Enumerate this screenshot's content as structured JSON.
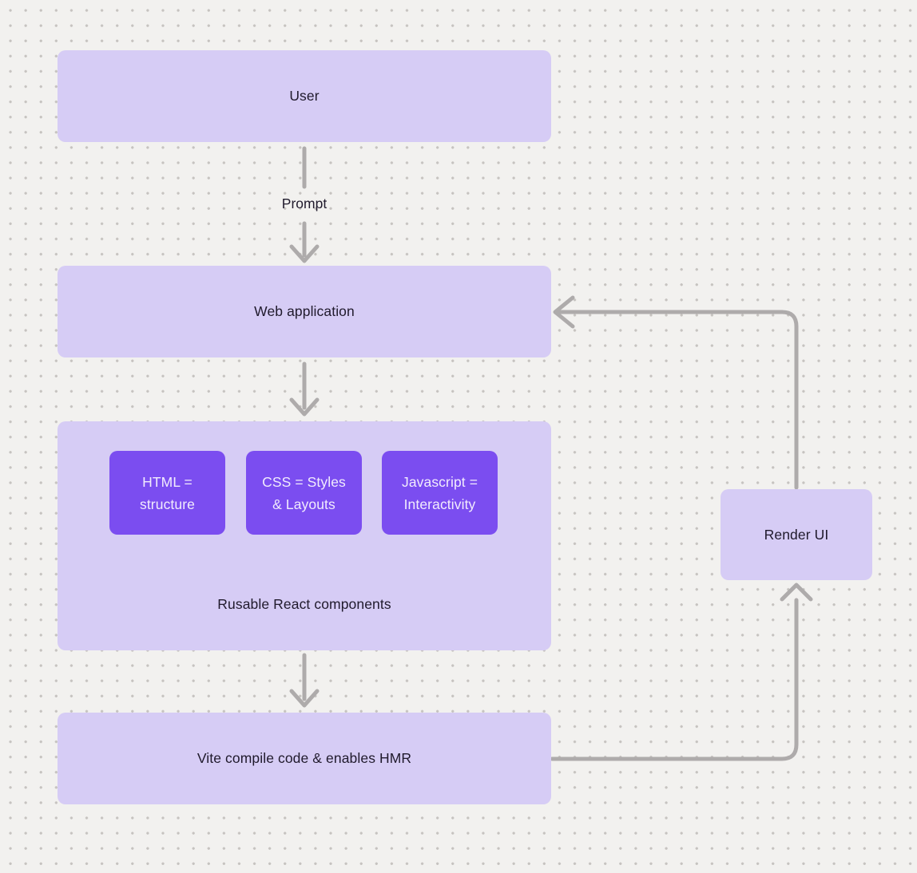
{
  "diagram": {
    "prompt_edge_label": "Prompt",
    "nodes": {
      "user": {
        "label": "User"
      },
      "web_application": {
        "label": "Web application"
      },
      "components": {
        "label": "Rusable React components",
        "chips": [
          {
            "lines": [
              "HTML =",
              "structure"
            ]
          },
          {
            "lines": [
              "CSS = Styles",
              "& Layouts"
            ]
          },
          {
            "lines": [
              "Javascript =",
              "Interactivity"
            ]
          }
        ]
      },
      "vite": {
        "label": "Vite compile code & enables HMR"
      },
      "render_ui": {
        "label": "Render UI"
      }
    },
    "colors": {
      "background": "#f2f1ef",
      "dot": "#c6c3c0",
      "node_fill": "#d6ccf5",
      "chip_fill": "#7b4df0",
      "chip_text": "#f2ecfd",
      "node_text": "#201a2c",
      "arrow": "#aeabab"
    }
  }
}
